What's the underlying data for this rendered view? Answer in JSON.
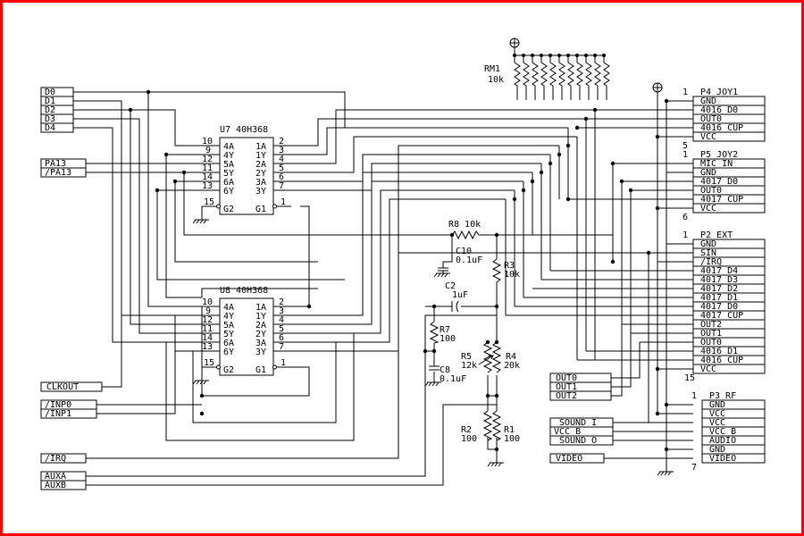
{
  "chips": {
    "u7": {
      "title": "U7 40H368",
      "left_pins": [
        "10",
        "9",
        "12",
        "11",
        "14",
        "13"
      ],
      "left_labels": [
        "4A",
        "4Y",
        "5A",
        "5Y",
        "6A",
        "6Y"
      ],
      "right_pins": [
        "2",
        "3",
        "4",
        "5",
        "6",
        "7"
      ],
      "right_labels": [
        "1A",
        "1Y",
        "2A",
        "2Y",
        "3A",
        "3Y"
      ],
      "g2_pin": "15",
      "g2_label": "G2",
      "g1_pin": "1",
      "g1_label": "G1"
    },
    "u8": {
      "title": "U8 40H368",
      "left_pins": [
        "10",
        "9",
        "12",
        "11",
        "14",
        "13"
      ],
      "left_labels": [
        "4A",
        "4Y",
        "5A",
        "5Y",
        "6A",
        "6Y"
      ],
      "right_pins": [
        "2",
        "3",
        "4",
        "5",
        "6",
        "7"
      ],
      "right_labels": [
        "1A",
        "1Y",
        "2A",
        "2Y",
        "3A",
        "3Y"
      ],
      "g2_pin": "15",
      "g2_label": "G2",
      "g1_pin": "1",
      "g1_label": "G1"
    }
  },
  "left_signals": {
    "data_bus": [
      "D0",
      "D1",
      "D2",
      "D3",
      "D4"
    ],
    "pa": [
      "PA13",
      "/PA13"
    ],
    "clkout": "CLKOUT",
    "inp": [
      "/INP0",
      "/INP1"
    ],
    "irq": "/IRQ",
    "aux": [
      "AUXA",
      "AUXB"
    ]
  },
  "rm1": {
    "name": "RM1",
    "value": "10k"
  },
  "components": {
    "r8": "R8 10k",
    "c10_name": "C10",
    "c10_value": "0.1uF",
    "r3_name": "R3",
    "r3_value": "10k",
    "c2_name": "C2",
    "c2_value": "1uF",
    "r7_name": "R7",
    "r7_value": "100",
    "r5_name": "R5",
    "r5_value": "12k",
    "r4_name": "R4",
    "r4_value": "20k",
    "c8_name": "C8",
    "c8_value": "0.1uF",
    "r2_name": "R2",
    "r2_value": "100",
    "r1_name": "R1",
    "r1_value": "100"
  },
  "connectors": {
    "p4": {
      "title": "P4 JOY1",
      "first": "1",
      "last": "5",
      "pins": [
        "GND",
        "4016 D0",
        "OUT0",
        "4016 CUP",
        "VCC"
      ]
    },
    "p5": {
      "title": "P5 JOY2",
      "first": "1",
      "last": "6",
      "pins": [
        "MIC IN",
        "GND",
        "4017 D0",
        "OUT0",
        "4017 CUP",
        "VCC"
      ]
    },
    "p2": {
      "title": "P2 EXT",
      "first": "1",
      "last": "15",
      "pins": [
        "GND",
        "SIN",
        "/IRQ",
        "4017 D4",
        "4017 D3",
        "4017 D2",
        "4017 D1",
        "4017 D0",
        "4017 CUP",
        "OUT2",
        "OUT1",
        "OUT0",
        "4016 D1",
        "4016 CUP",
        "VCC"
      ]
    },
    "p3": {
      "title": "P3 RF",
      "first": "1",
      "last": "7",
      "pins": [
        "GND",
        "VCC",
        "VCC",
        "VCC B",
        "AUDIO",
        "GND",
        "VIDEO"
      ]
    }
  },
  "right_signals": {
    "out": [
      "OUT0",
      "OUT1",
      "OUT2"
    ],
    "sound": [
      "SOUND I",
      "VCC B",
      "SOUND O"
    ],
    "video": "VIDEO"
  },
  "colors": {
    "frame": "#ff0000",
    "ink": "#000000",
    "background": "#ffffff"
  }
}
